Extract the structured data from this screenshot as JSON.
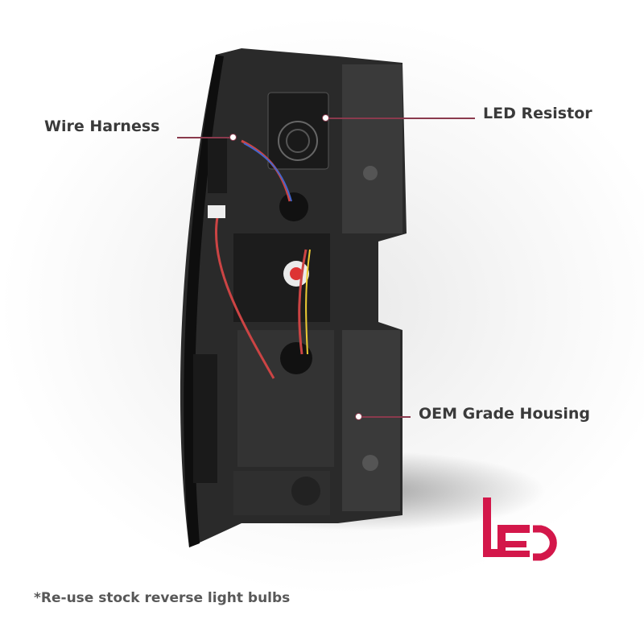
{
  "callouts": {
    "wire_harness": "Wire Harness",
    "led_resistor": "LED Resistor",
    "oem_housing": "OEM Grade Housing"
  },
  "note": "*Re-use stock reverse light bulbs",
  "logo": {
    "text": "LED",
    "color": "#d3174a"
  },
  "colors": {
    "callout_line": "#8a3a4d",
    "text": "#3a3a3a"
  }
}
